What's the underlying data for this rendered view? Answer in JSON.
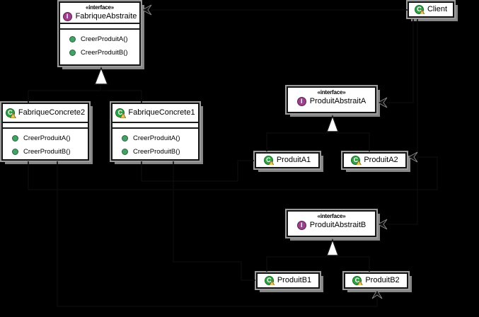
{
  "diagram": {
    "kind": "uml-class-diagram",
    "background": "#000000"
  },
  "icons": {
    "interface_letter": "I",
    "class_letter": "C"
  },
  "colors": {
    "node_fill": "#ffffff",
    "node_border": "#141414",
    "node_shadow": "#878787",
    "interface_icon": "#9c3f8c",
    "class_icon": "#2fa344",
    "class_icon_overlay": "#e8c95a",
    "method_icon": "#44a164",
    "realization_arrowhead": "#ffffff"
  },
  "nodes": {
    "fabrique_abstraite": {
      "stereotype": "«interface»",
      "name": "FabriqueAbstraite",
      "kind": "interface",
      "methods": [
        "CreerProduitA()",
        "CreerProduitB()"
      ]
    },
    "client": {
      "name": "Client",
      "kind": "class"
    },
    "fabrique_concrete2": {
      "name": "FabriqueConcrete2",
      "kind": "class",
      "methods": [
        "CreerProduitA()",
        "CreerProduitB()"
      ]
    },
    "fabrique_concrete1": {
      "name": "FabriqueConcrete1",
      "kind": "class",
      "methods": [
        "CreerProduitA()",
        "CreerProduitB()"
      ]
    },
    "produit_abstrait_a": {
      "stereotype": "«interface»",
      "name": "ProduitAbstraitA",
      "kind": "interface"
    },
    "produit_a1": {
      "name": "ProduitA1",
      "kind": "class"
    },
    "produit_a2": {
      "name": "ProduitA2",
      "kind": "class"
    },
    "produit_abstrait_b": {
      "stereotype": "«interface»",
      "name": "ProduitAbstraitB",
      "kind": "interface"
    },
    "produit_b1": {
      "name": "ProduitB1",
      "kind": "class"
    },
    "produit_b2": {
      "name": "ProduitB2",
      "kind": "class"
    }
  },
  "connectors": {
    "realization_triangles": [
      "FabriqueAbstraite",
      "ProduitAbstraitA",
      "ProduitAbstraitB"
    ],
    "open_arrowheads": [
      "FabriqueAbstraite right edge",
      "ProduitAbstraitA right edge",
      "ProduitAbstraitB right edge",
      "ProduitA2 right edge",
      "ProduitB2 bottom edge"
    ]
  }
}
